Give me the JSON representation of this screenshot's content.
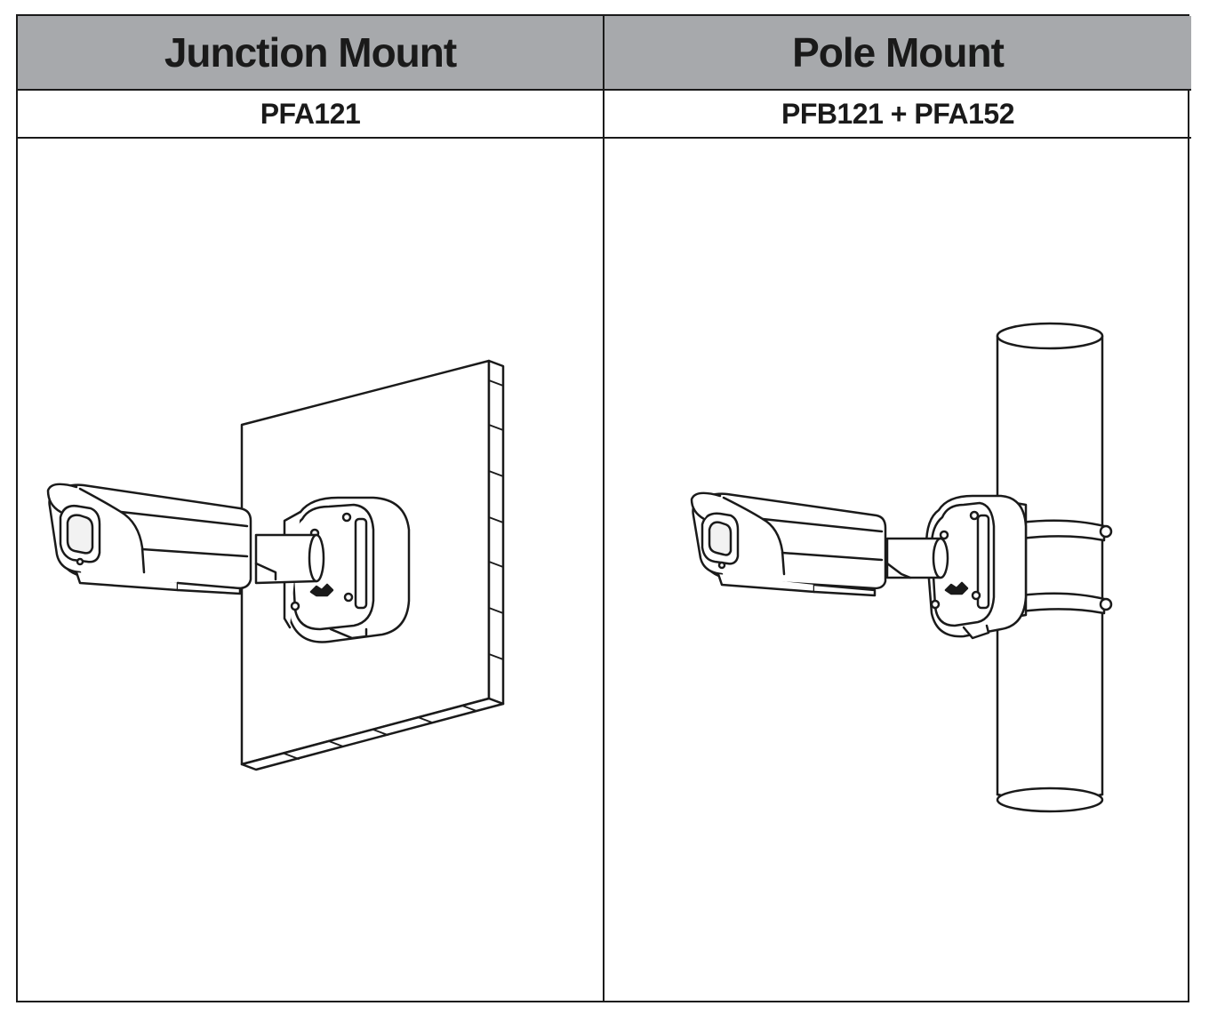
{
  "columns": [
    {
      "title": "Junction Mount",
      "model": "PFA121",
      "illustration_icon": "bullet-camera-wall-junction-mount-icon"
    },
    {
      "title": "Pole Mount",
      "model": "PFB121 + PFA152",
      "illustration_icon": "bullet-camera-pole-mount-icon"
    }
  ],
  "colors": {
    "header_bg": "#a7a9ac",
    "line": "#1a1a1a",
    "background": "#ffffff"
  }
}
